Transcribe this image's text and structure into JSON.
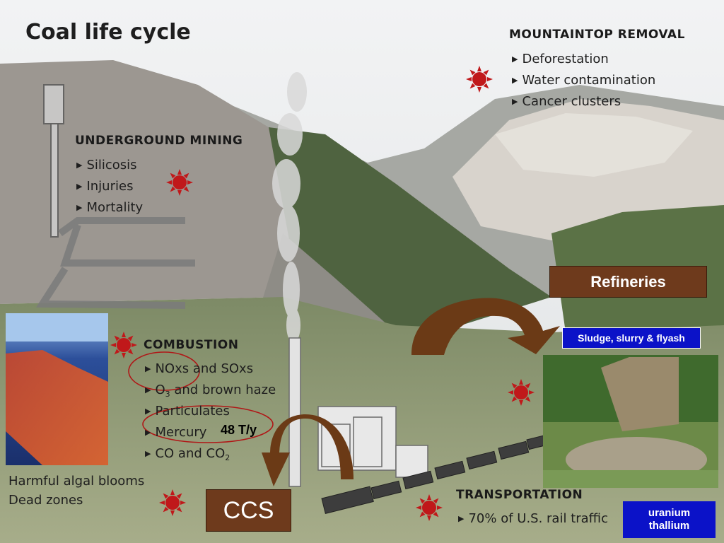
{
  "title": "Coal life cycle",
  "mountaintop": {
    "heading": "MOUNTAINTOP REMOVAL",
    "items": [
      "Deforestation",
      "Water contamination",
      "Cancer clusters"
    ]
  },
  "underground": {
    "heading": "UNDERGROUND MINING",
    "items": [
      "Silicosis",
      "Injuries",
      "Mortality"
    ]
  },
  "combustion": {
    "heading": "COMBUSTION",
    "items": [
      "Particulates",
      "Mercury",
      "CO and CO"
    ],
    "nox": {
      "a": "NO",
      "b": "xs and SO",
      "c": "xs"
    },
    "o3": {
      "a": "O",
      "b": "3",
      "c": " and brown haze"
    },
    "co2_sub": "2",
    "mercury_amount": "48 T/y"
  },
  "algal": {
    "line1": "Harmful algal blooms",
    "line2": "Dead zones"
  },
  "transportation": {
    "heading": "TRANSPORTATION",
    "items": [
      "70% of U.S. rail traffic"
    ]
  },
  "boxes": {
    "refineries": "Refineries",
    "sludge": "Sludge, slurry & flyash",
    "ccs": "CCS",
    "uranium": "uranium",
    "thallium": "thallium"
  },
  "colors": {
    "brown_box": "#6e3a1c",
    "blue_box": "#0b12c8",
    "hazard_red": "#c0181a",
    "arrow_brown": "#6b3a16",
    "ellipse_red": "#b01717"
  },
  "icons": [
    "hazard-sun-icon",
    "curved-arrow-icon"
  ]
}
